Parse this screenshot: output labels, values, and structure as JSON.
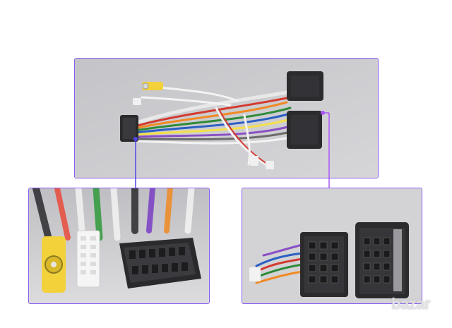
{
  "colors": {
    "frame": "#8b5cf6",
    "connector_line": "#4f46e5",
    "connector_dot": "#a855f7",
    "plug_body": "#2b2b2e",
    "rca_yellow": "#f3d13a"
  },
  "watermark": {
    "text": "bazar"
  },
  "images": {
    "overview": "wiring-harness-overview",
    "detail_left": "16-pin-connector-and-rca-detail",
    "detail_right": "iso-plug-pair-detail"
  }
}
